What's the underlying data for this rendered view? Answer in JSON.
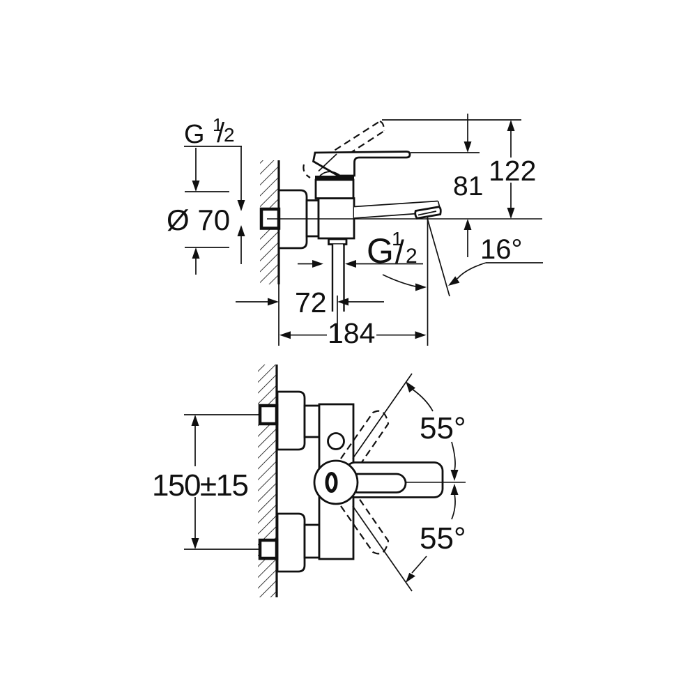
{
  "drawing": {
    "title_semantic": "bath-mixer-installation-dimension-drawing",
    "ink_color": "#101010",
    "background_color": "#ffffff"
  },
  "dimensions": {
    "wall_thread": {
      "g": "G",
      "numerator": "1",
      "slash": "/",
      "denominator": "2"
    },
    "escutcheon_diameter": "Ø 70",
    "spout_height": "81",
    "handle_height": "122",
    "spout_angle": "16°",
    "outlet_offset": "72",
    "spout_reach": "184",
    "shower_outlet_thread": {
      "g": "G",
      "numerator": "1",
      "slash": "/",
      "denominator": "2"
    },
    "inlet_spacing": "150±15",
    "handle_angle_up": "55°",
    "handle_angle_down": "55°"
  }
}
